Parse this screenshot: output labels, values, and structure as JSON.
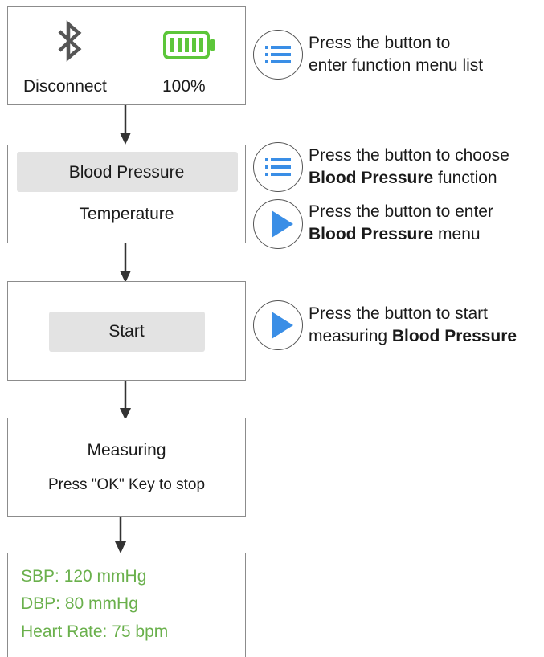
{
  "screens": {
    "status": {
      "connection": "Disconnect",
      "battery": "100%"
    },
    "menu": {
      "item1": "Blood Pressure",
      "item2": "Temperature"
    },
    "start": {
      "button": "Start"
    },
    "measuring": {
      "title": "Measuring",
      "hint": "Press \"OK\" Key to stop"
    },
    "result": {
      "sbp": "SBP: 120 mmHg",
      "dbp": "DBP: 80 mmHg",
      "hr": "Heart Rate: 75 bpm"
    }
  },
  "notes": {
    "n1": {
      "line1": "Press the button to",
      "line2": "enter function menu list"
    },
    "n2": {
      "line1": "Press the button to choose",
      "line2_bold": "Blood Pressure",
      "line2_rest": " function"
    },
    "n3": {
      "line1": "Press the button to enter",
      "line2_bold": "Blood Pressure",
      "line2_rest": " menu"
    },
    "n4": {
      "line1": "Press the button to start",
      "line2_pre": "measuring ",
      "line2_bold": "Blood Pressure"
    }
  },
  "icons": {
    "bluetooth": "bluetooth-icon",
    "battery": "battery-full-icon",
    "menu": "menu-list-icon",
    "play": "play-icon"
  },
  "colors": {
    "battery": "#5cc63a",
    "button_icon": "#3a8ee6",
    "result_text": "#6ab04c",
    "highlight": "#e3e3e3"
  }
}
